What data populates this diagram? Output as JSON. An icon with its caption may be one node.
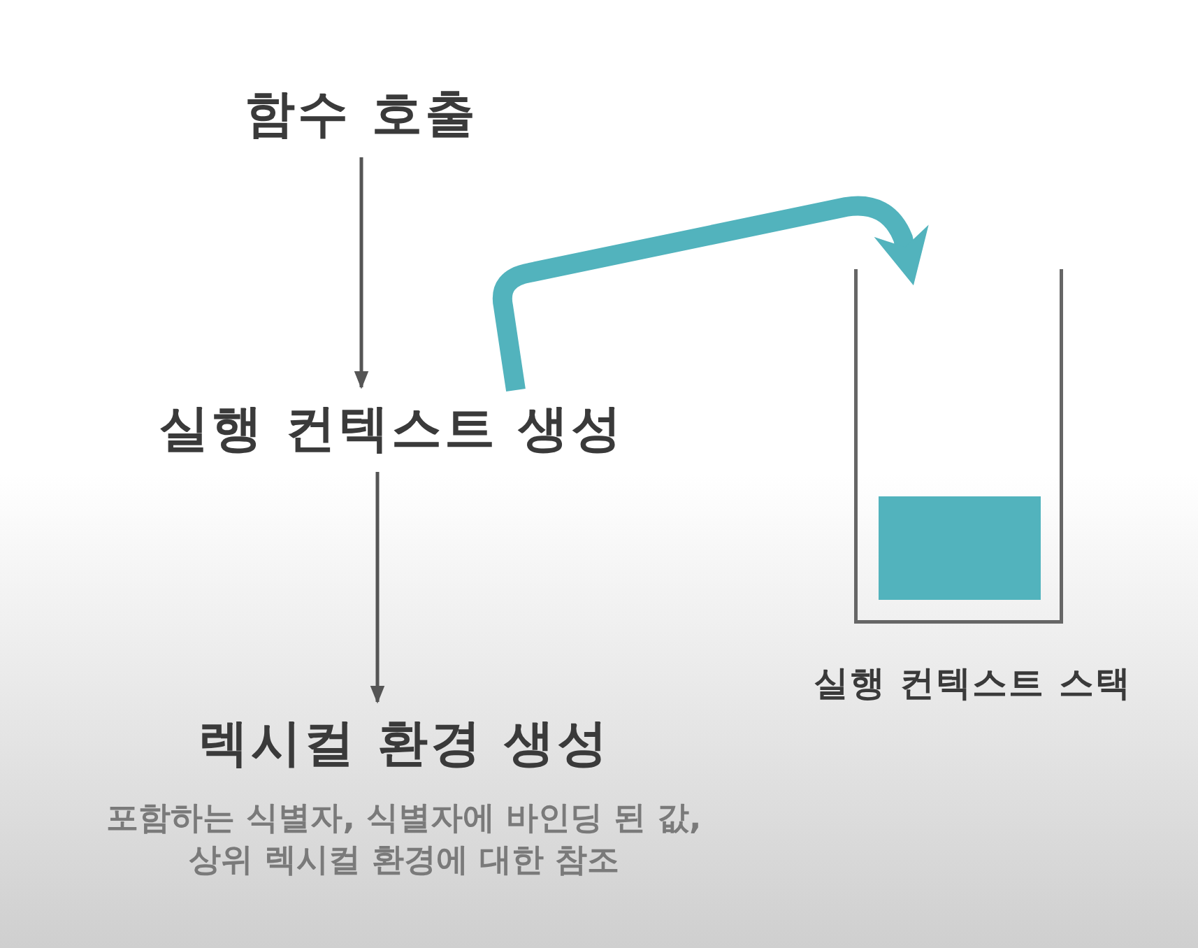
{
  "diagram": {
    "nodes": [
      {
        "text": [
          "함수 호출"
        ]
      },
      {
        "text": [
          "실행 컨텍스트 생성"
        ]
      },
      {
        "text": [
          "렉시컬 환경 생성",
          "포함하는 식별자, 식별자에 바인딩 된 값, 상위 렉시컬 환경에 대한 참조"
        ]
      },
      {
        "text": [],
        "shape": "box",
        "beside": [
          "실행 컨텍스트 스택"
        ]
      },
      {
        "text": [],
        "shape": "box",
        "in": 3
      }
    ],
    "edges": [
      {
        "from": 0,
        "to": 1,
        "arrow": "to"
      },
      {
        "from": 1,
        "to": 2,
        "arrow": "to"
      },
      {
        "from": 1,
        "to": 3,
        "arrow": "to",
        "style": "thick",
        "color": "#52b3bd"
      }
    ]
  }
}
